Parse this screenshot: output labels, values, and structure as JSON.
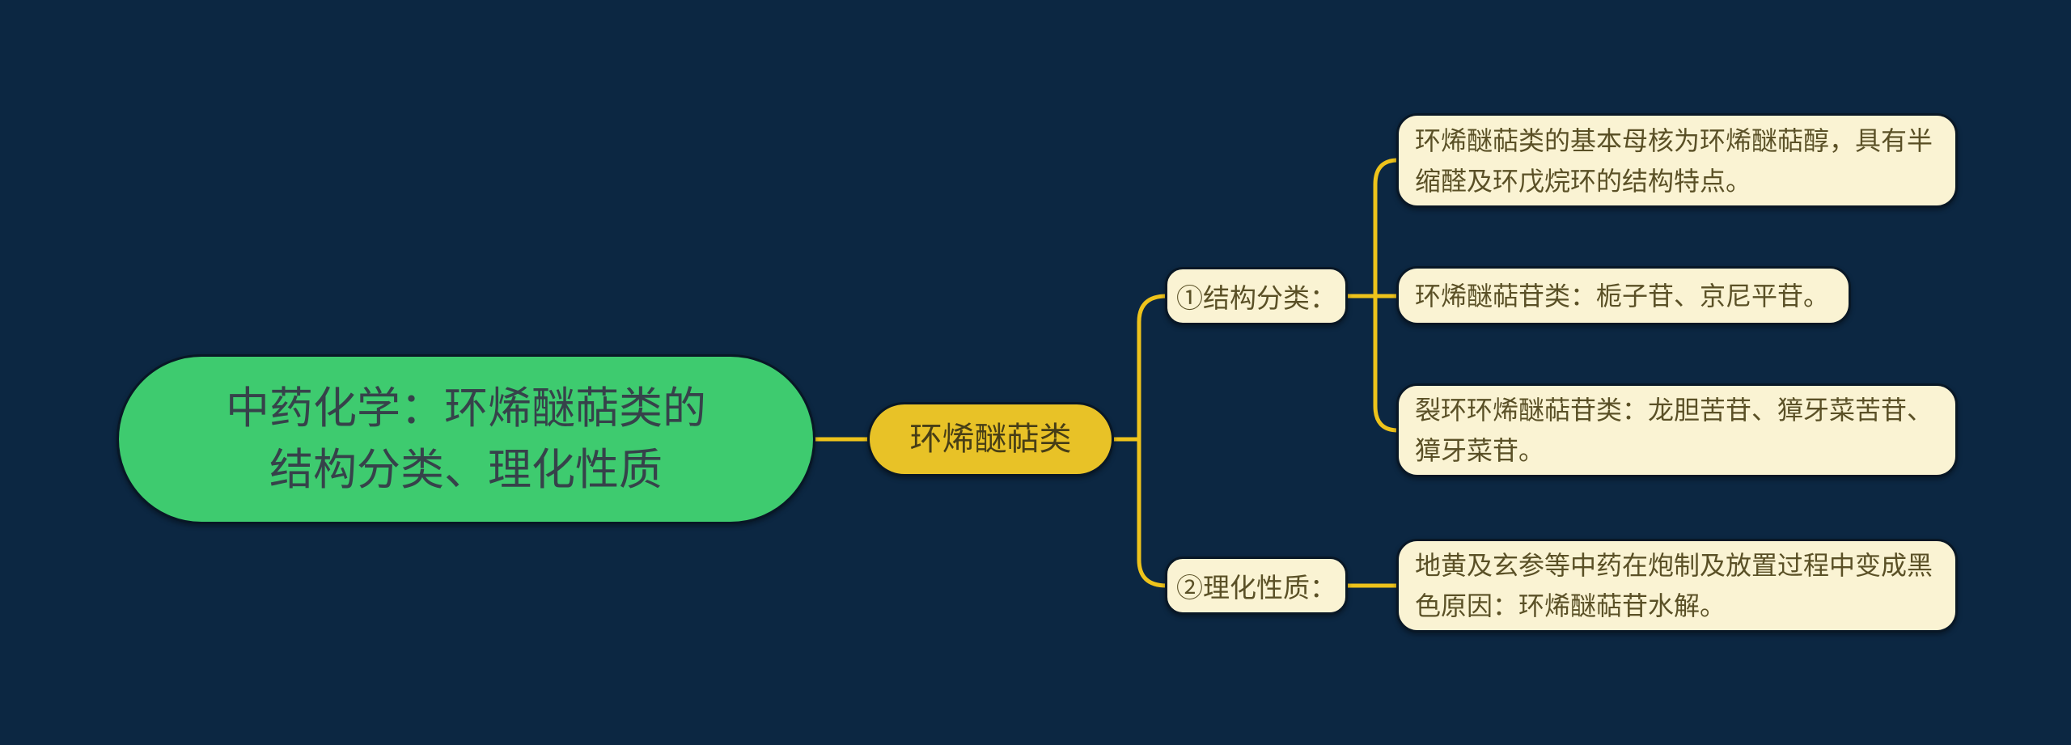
{
  "root": {
    "lines": [
      "中药化学：环烯醚萜类的",
      "结构分类、理化性质"
    ]
  },
  "topic": {
    "label": "环烯醚萜类"
  },
  "branches": [
    {
      "label": "①结构分类：",
      "children": [
        {
          "lines": [
            "环烯醚萜类的基本母核为环烯醚萜醇，具有半",
            "缩醛及环戊烷环的结构特点。"
          ]
        },
        {
          "lines": [
            "环烯醚萜苷类：栀子苷、京尼平苷。"
          ]
        },
        {
          "lines": [
            "裂环环烯醚萜苷类：龙胆苦苷、獐牙菜苦苷、",
            "獐牙菜苷。"
          ]
        }
      ]
    },
    {
      "label": "②理化性质：",
      "children": [
        {
          "lines": [
            "地黄及玄参等中药在炮制及放置过程中变成黑",
            "色原因：环烯醚萜苷水解。"
          ]
        }
      ]
    }
  ],
  "colors": {
    "background": "#0c2742",
    "root_fill": "#3ecb6f",
    "root_text": "#36424a",
    "topic_fill": "#e8c227",
    "topic_text": "#473e16",
    "node_fill": "#faf3d3",
    "node_text": "#5a5026",
    "connector": "#eec31b",
    "node_border": "#081726"
  }
}
